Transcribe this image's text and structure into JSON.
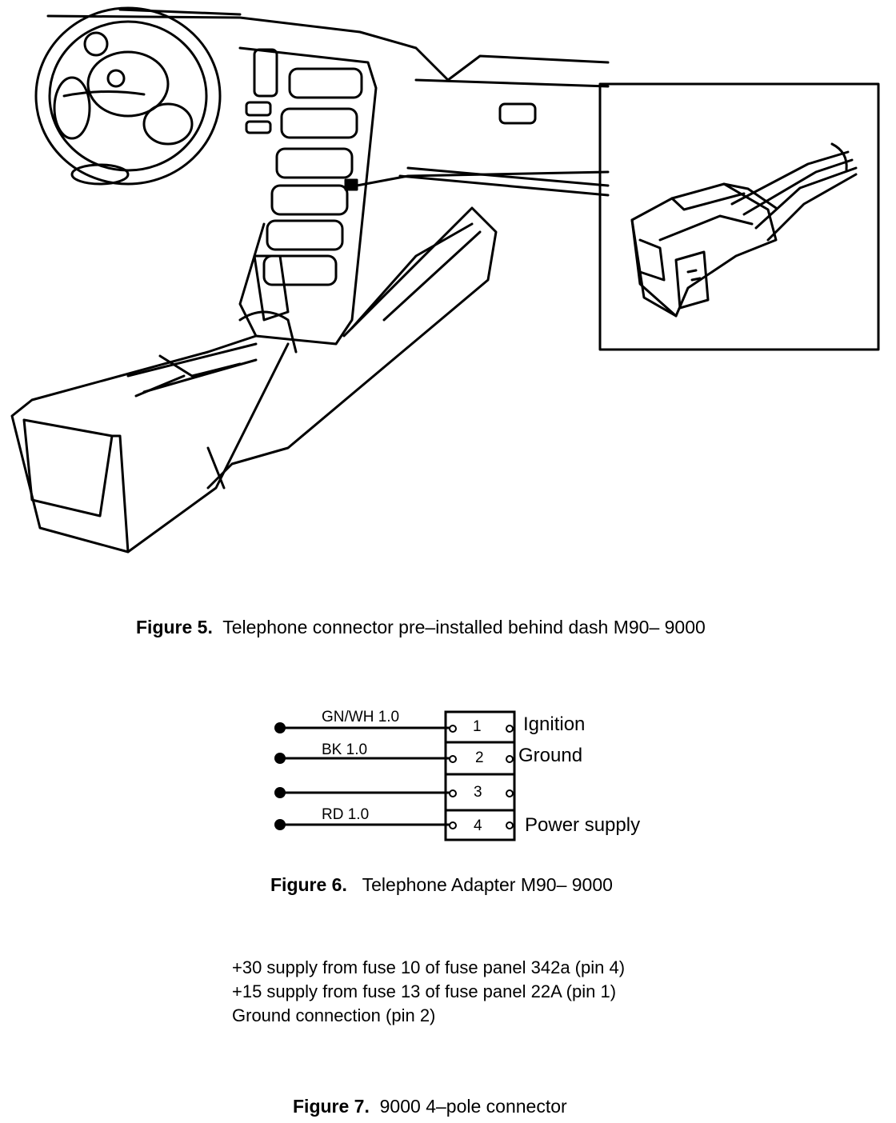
{
  "figure5": {
    "number": "Figure 5.",
    "caption": "Telephone connector pre–installed behind dash M90– 9000"
  },
  "figure6": {
    "number": "Figure 6.",
    "caption": "Telephone Adapter M90– 9000",
    "pins": [
      {
        "pin": "1",
        "wire": "GN/WH 1.0",
        "function": "Ignition"
      },
      {
        "pin": "2",
        "wire": "BK 1.0",
        "function": "Ground"
      },
      {
        "pin": "3",
        "wire": "",
        "function": ""
      },
      {
        "pin": "4",
        "wire": "RD 1.0",
        "function": "Power supply"
      }
    ]
  },
  "supply_notes": [
    "+30 supply from fuse 10 of fuse panel 342a (pin 4)",
    "+15 supply from fuse 13 of fuse panel 22A (pin 1)",
    "Ground connection (pin 2)"
  ],
  "figure7": {
    "number": "Figure 7.",
    "caption": "9000 4–pole connector"
  }
}
